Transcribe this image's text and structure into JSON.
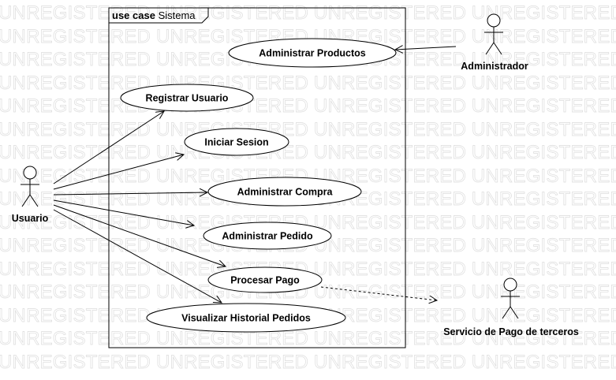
{
  "watermark": "UNREGISTERED UNREGISTERED UNREGISTERED UNREGISTERED UNREGISTERED UNREGISTERED UNREGISTERED",
  "frame": {
    "keyword": "use case",
    "name": "Sistema"
  },
  "actors": {
    "usuario": "Usuario",
    "administrador": "Administrador",
    "servicio_pago": "Servicio de Pago de terceros"
  },
  "use_cases": {
    "administrar_productos": "Administrar Productos",
    "registrar_usuario": "Registrar Usuario",
    "iniciar_sesion": "Iniciar Sesion",
    "administrar_compra": "Administrar Compra",
    "administrar_pedido": "Administrar Pedido",
    "procesar_pago": "Procesar Pago",
    "visualizar_historial": "Visualizar Historial Pedidos"
  }
}
